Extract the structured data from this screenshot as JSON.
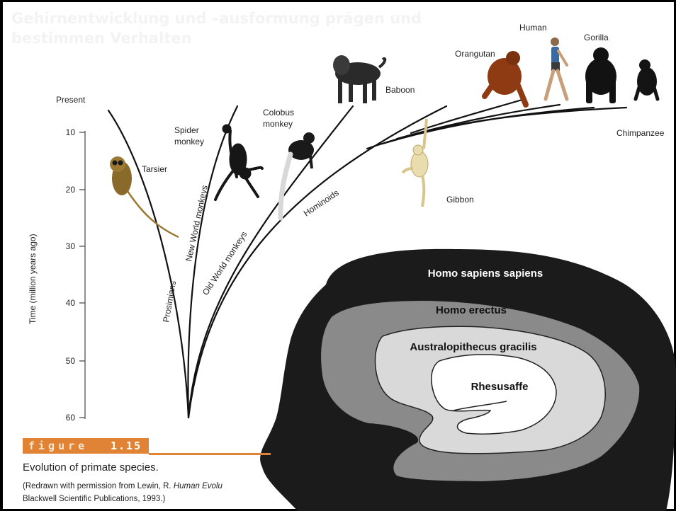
{
  "title": "Gehirnentwicklung und –ausformung prägen und\nbestimmen Verhalten",
  "tree": {
    "present_label": "Present",
    "y_axis_label": "Time (million years ago)",
    "y_ticks": [
      "10",
      "20",
      "30",
      "40",
      "50",
      "60"
    ],
    "species": {
      "tarsier": "Tarsier",
      "spider_line1": "Spider",
      "spider_line2": "monkey",
      "colobus_line1": "Colobus",
      "colobus_line2": "monkey",
      "baboon": "Baboon",
      "orangutan": "Orangutan",
      "human": "Human",
      "gorilla": "Gorilla",
      "chimpanzee": "Chimpanzee",
      "gibbon": "Gibbon"
    },
    "clades": {
      "prosimians": "Prosimians",
      "new_world": "New World monkeys",
      "old_world": "Old World monkeys",
      "hominoids": "Hominoids"
    }
  },
  "figure": {
    "word": "figure",
    "number": "1.15",
    "caption": "Evolution of primate species.",
    "credit_line1_pre": "(Redrawn with permission from Lewin, R. ",
    "credit_line1_italic": "Human Evolu",
    "credit_line2": "Blackwell Scientific Publications, 1993.)",
    "accent_color": "#e08334"
  },
  "brain": {
    "layers": [
      "Homo sapiens sapiens",
      "Homo erectus",
      "Australopithecus gracilis",
      "Rhesusaffe"
    ],
    "colors": [
      "#1b1b1b",
      "#8a8a8a",
      "#d9d9d9",
      "#ffffff"
    ]
  },
  "icons": [
    "tarsier-icon",
    "spider-monkey-icon",
    "colobus-monkey-icon",
    "baboon-icon",
    "orangutan-icon",
    "human-icon",
    "gorilla-icon",
    "chimpanzee-icon",
    "gibbon-icon"
  ]
}
